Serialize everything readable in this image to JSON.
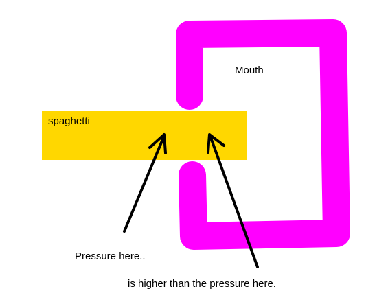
{
  "labels": {
    "mouth": "Mouth",
    "spaghetti": "spaghetti",
    "pressure_left": "Pressure here..",
    "pressure_right": "is higher than the pressure here."
  },
  "colors": {
    "mouth_outline": "#ff00ff",
    "spaghetti": "#ffd700",
    "arrow": "#000000",
    "background": "#ffffff"
  }
}
